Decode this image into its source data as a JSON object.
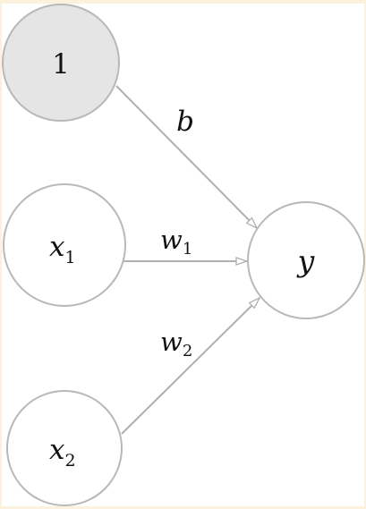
{
  "diagram": {
    "nodes": {
      "bias_input": {
        "label": "1"
      },
      "input_1": {
        "label": "x",
        "subscript": "1"
      },
      "input_2": {
        "label": "x",
        "subscript": "2"
      },
      "output": {
        "label": "y"
      }
    },
    "edges": {
      "bias": {
        "label": "b"
      },
      "weight_1": {
        "label": "w",
        "subscript": "1"
      },
      "weight_2": {
        "label": "w",
        "subscript": "2"
      }
    },
    "colors": {
      "background_border": "#fcf1dc",
      "node_stroke": "#b8b8b8",
      "bias_fill": "#e5e5e5",
      "node_fill": "#ffffff",
      "edge": "#b0b0b0",
      "text": "#111111"
    }
  }
}
